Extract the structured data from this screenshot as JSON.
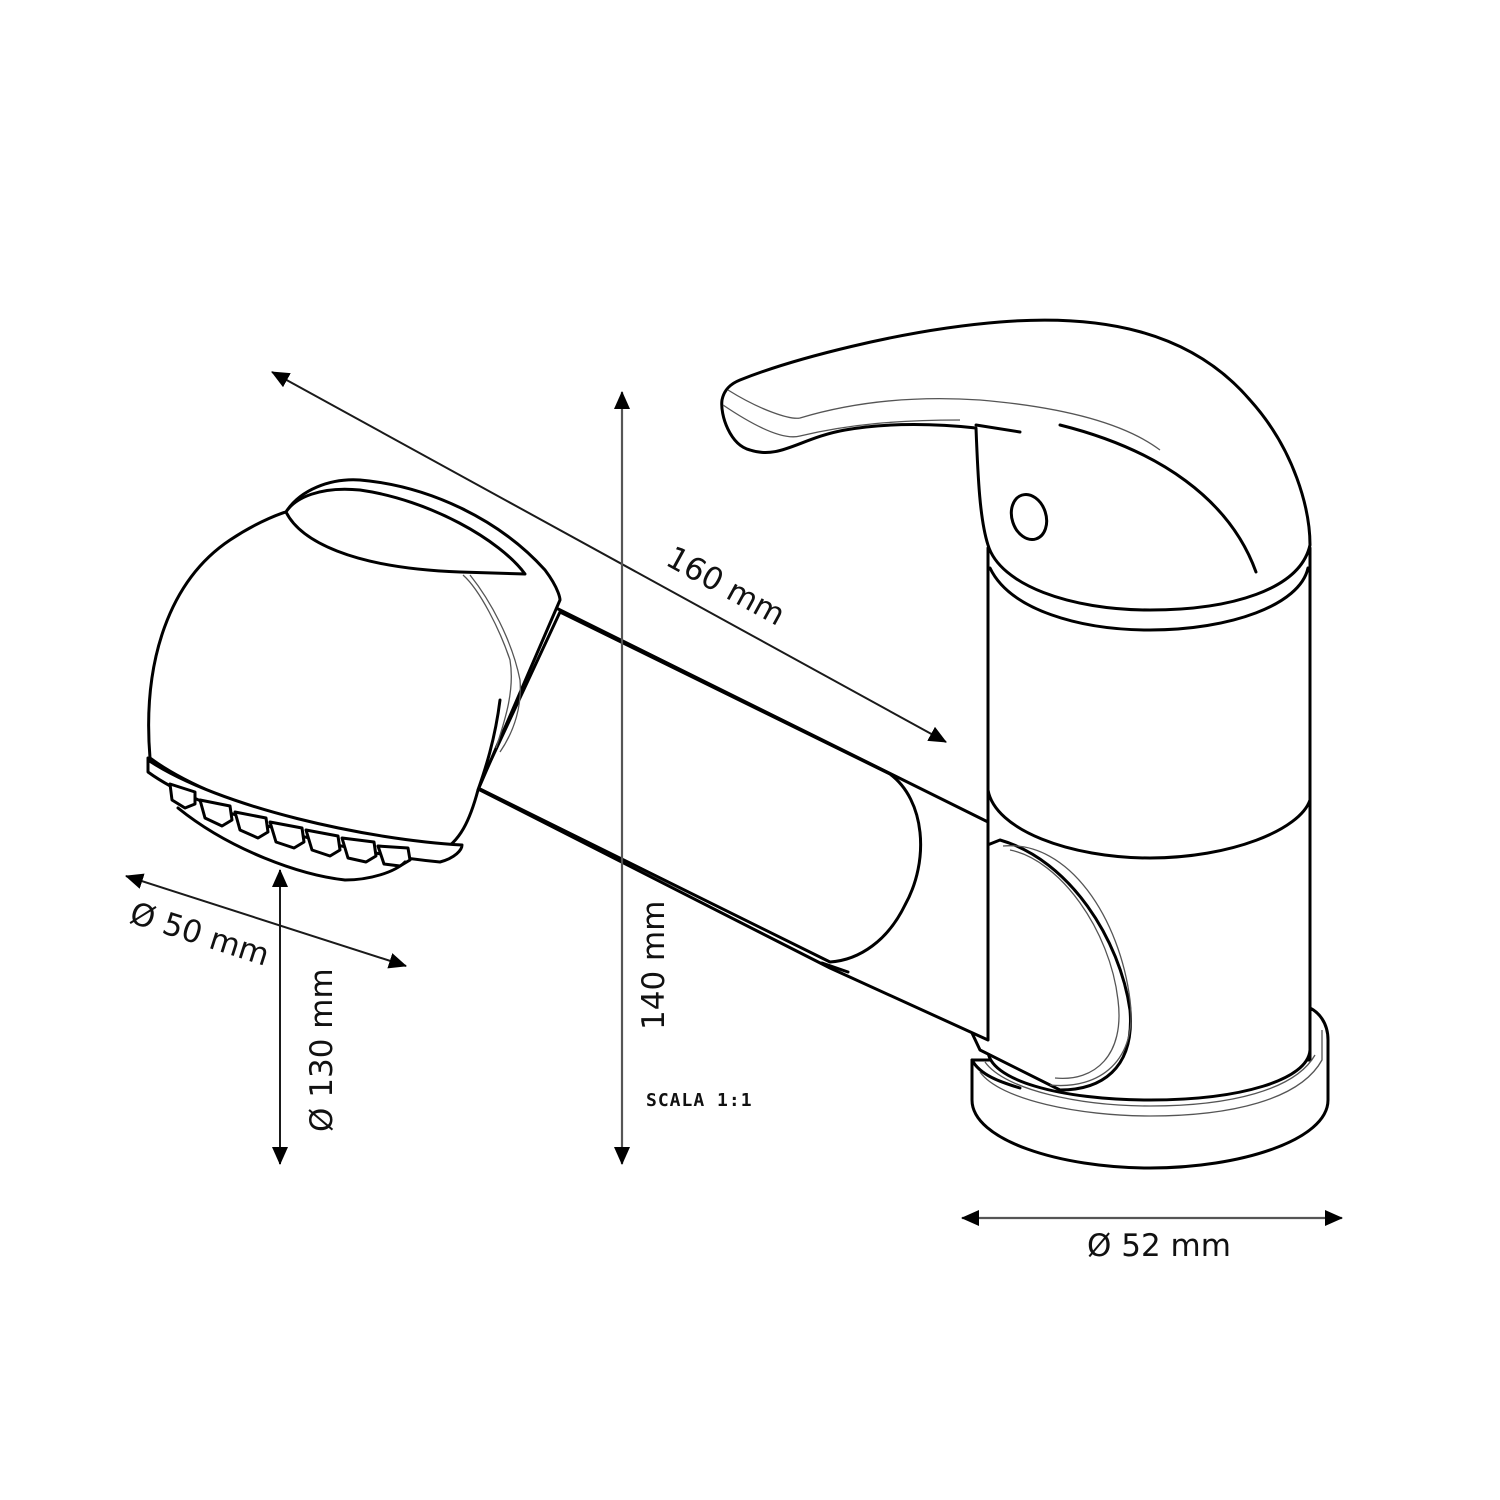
{
  "drawing": {
    "subject": "pull-out kitchen faucet",
    "colors": {
      "stroke": "#000000",
      "dimension": "#1a1a1a",
      "background": "#ffffff"
    }
  },
  "dimensions": {
    "spout_length": "160 mm",
    "total_height": "140 mm",
    "spout_height": "Ø 130 mm",
    "spray_head_diameter": "Ø 50 mm",
    "base_diameter": "Ø 52 mm"
  },
  "scale": {
    "label": "SCALA 1:1"
  }
}
